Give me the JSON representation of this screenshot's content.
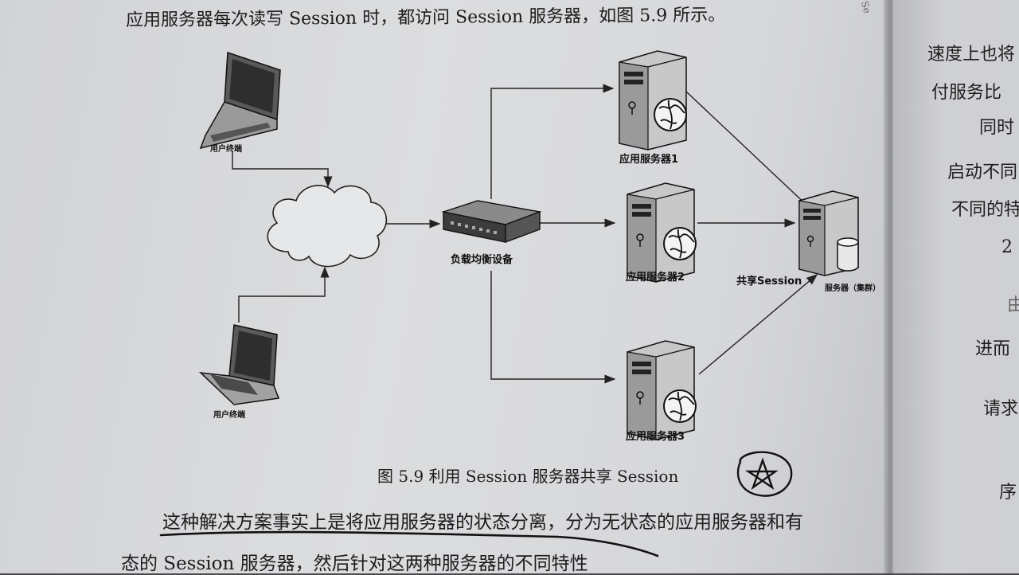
{
  "page": {
    "top_line": "应用服务器每次读写 Session 时，都访问 Session 服务器，如图 5.9 所示。",
    "corner_fragment": "Se",
    "bottom_line_1": "这种解决方案事实上是将应用服务器的状态分离，分为无状态的应用服务器和有",
    "bottom_line_2": "态的 Session 服务器，然后针对这两种服务器的不同特性"
  },
  "side_page": {
    "lines": [
      "速度上也将",
      "付服务比",
      "同时",
      "启动不同",
      "不同的特",
      "2",
      "由",
      "进而",
      "请求",
      "序"
    ]
  },
  "diagram": {
    "user_terminal_top": "用户终端",
    "user_terminal_bottom": "用户终端",
    "load_balancer": "负载均衡设备",
    "app_server_1": "应用服务器1",
    "app_server_2": "应用服务器2",
    "app_server_3": "应用服务器3",
    "session_label": "共享Session",
    "session_server_label": "服务器（集群）",
    "caption": "图 5.9   利用 Session 服务器共享 Session"
  },
  "colors": {
    "paper": "#d8d9dc",
    "ink": "#1c1c1c",
    "line": "#222222"
  }
}
